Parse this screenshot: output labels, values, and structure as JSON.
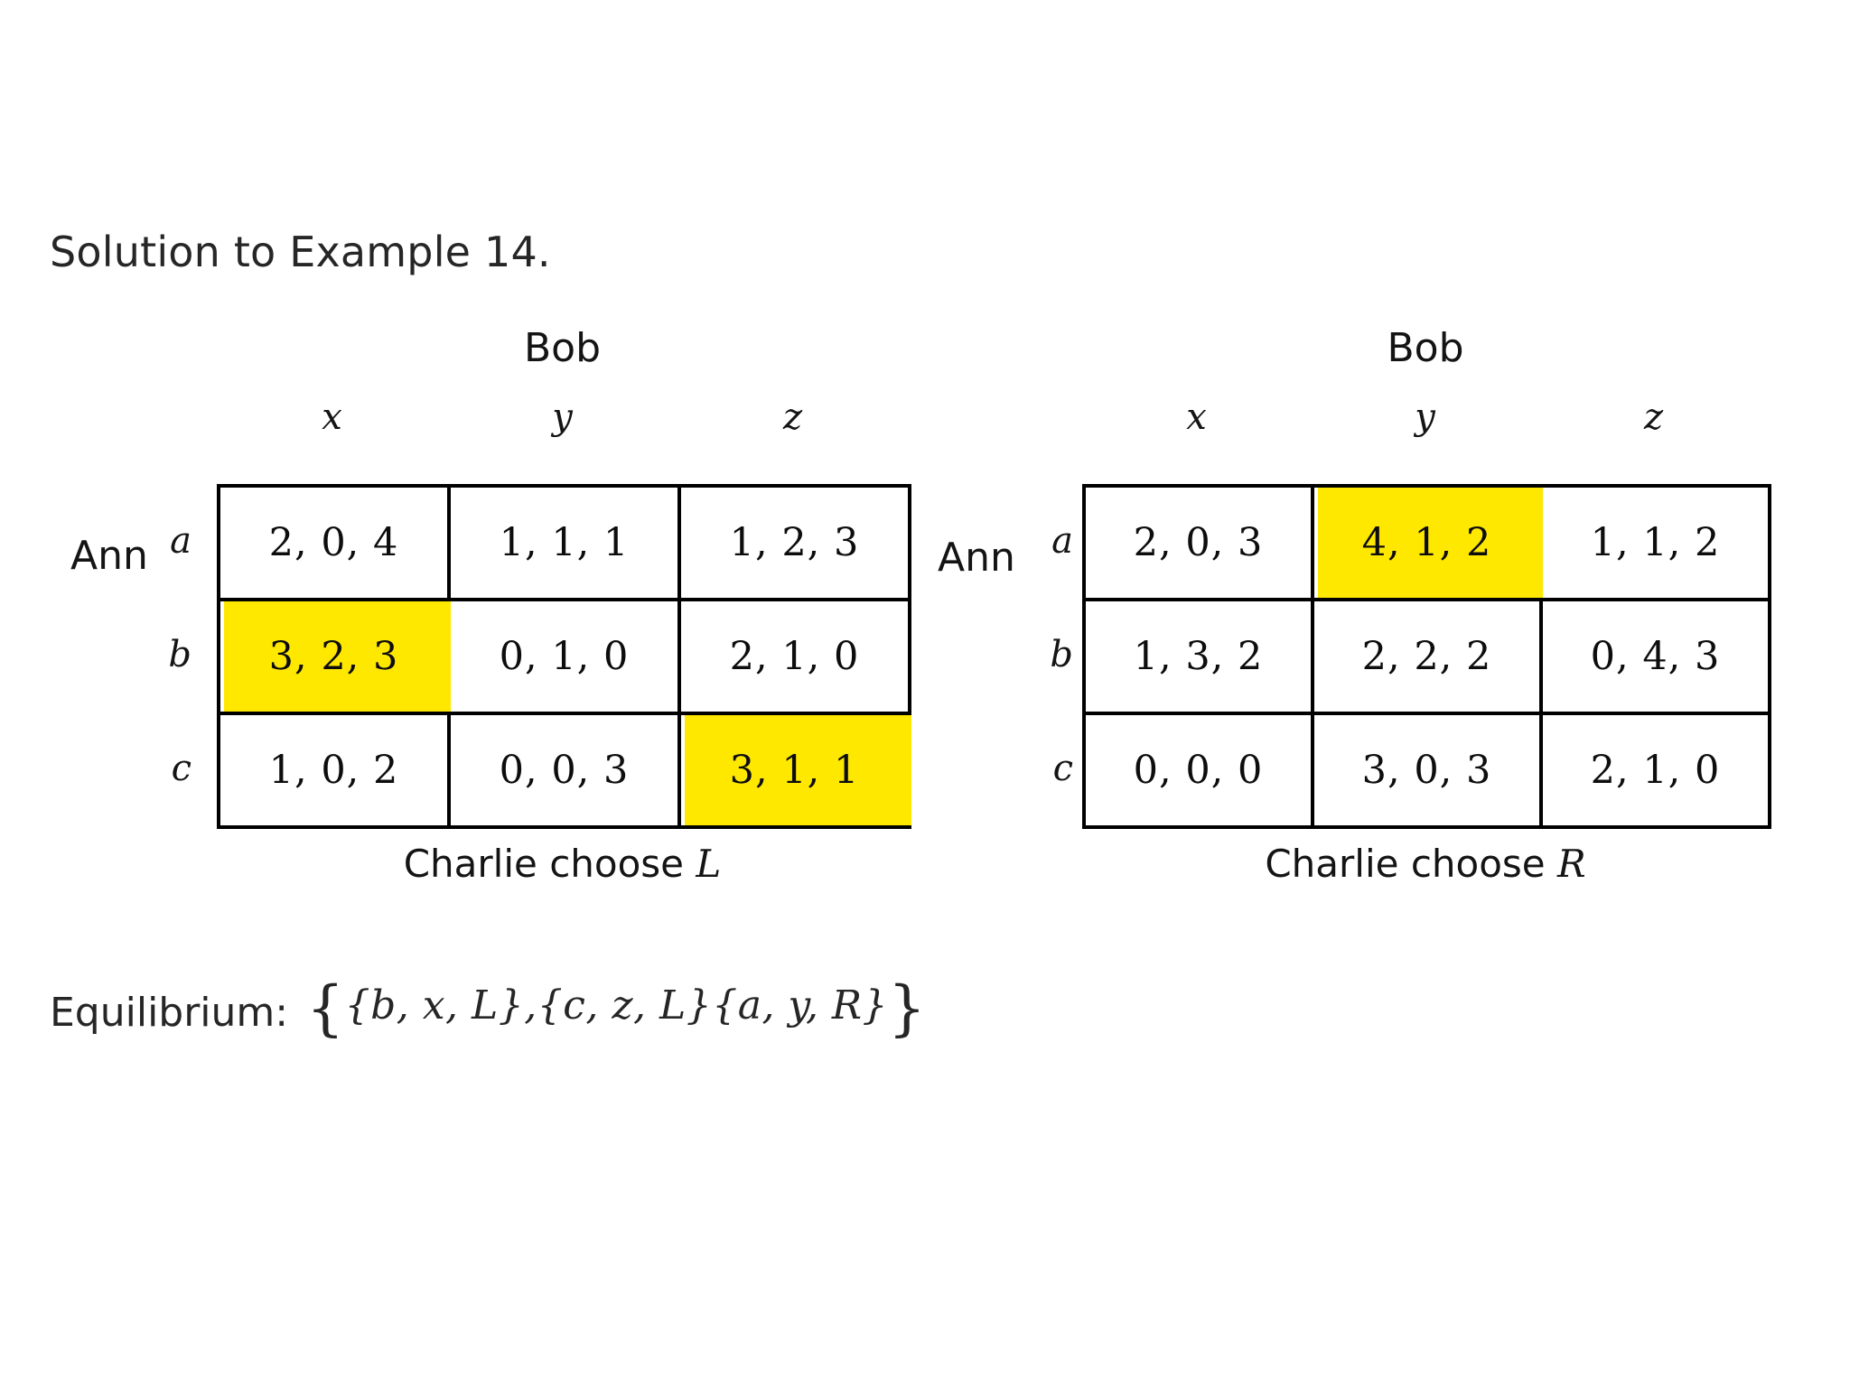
{
  "slide": {
    "title": "Solution to Example 14."
  },
  "colors": {
    "highlight": "#ffe800",
    "text": "#1a1a1a",
    "rule": "#000000"
  },
  "matrices": [
    {
      "id": "left",
      "column_player": "Bob",
      "row_player": "Ann",
      "columns": [
        "x",
        "y",
        "z"
      ],
      "rows": [
        "a",
        "b",
        "c"
      ],
      "caption_prefix": "Charlie choose",
      "caption_action": "L",
      "cells": [
        [
          {
            "value": "2, 0, 4",
            "highlighted": false
          },
          {
            "value": "1, 1, 1",
            "highlighted": false
          },
          {
            "value": "1, 2, 3",
            "highlighted": false
          }
        ],
        [
          {
            "value": "3, 2, 3",
            "highlighted": true
          },
          {
            "value": "0, 1, 0",
            "highlighted": false
          },
          {
            "value": "2, 1, 0",
            "highlighted": false
          }
        ],
        [
          {
            "value": "1, 0, 2",
            "highlighted": false
          },
          {
            "value": "0, 0, 3",
            "highlighted": false
          },
          {
            "value": "3, 1, 1",
            "highlighted": true
          }
        ]
      ]
    },
    {
      "id": "right",
      "column_player": "Bob",
      "row_player": "Ann",
      "columns": [
        "x",
        "y",
        "z"
      ],
      "rows": [
        "a",
        "b",
        "c"
      ],
      "caption_prefix": "Charlie choose",
      "caption_action": "R",
      "cells": [
        [
          {
            "value": "2, 0, 3",
            "highlighted": false
          },
          {
            "value": "4, 1, 2",
            "highlighted": true
          },
          {
            "value": "1, 1, 2",
            "highlighted": false
          }
        ],
        [
          {
            "value": "1, 3, 2",
            "highlighted": false
          },
          {
            "value": "2, 2, 2",
            "highlighted": false
          },
          {
            "value": "0, 4, 3",
            "highlighted": false
          }
        ],
        [
          {
            "value": "0, 0, 0",
            "highlighted": false
          },
          {
            "value": "3, 0, 3",
            "highlighted": false
          },
          {
            "value": "2, 1, 0",
            "highlighted": false
          }
        ]
      ]
    }
  ],
  "equilibrium": {
    "label": "Equilibrium:",
    "open_outer": "{",
    "profiles": [
      {
        "text": "{b, x, L}",
        "separator": ", "
      },
      {
        "text": "{c, z, L}",
        "separator": " "
      },
      {
        "text": "{a, y, R}",
        "separator": ""
      }
    ],
    "close_outer": "}",
    "full_text": "Equilibrium:  {{b, x, L},  {c, z, L} {a, y, R}}"
  }
}
